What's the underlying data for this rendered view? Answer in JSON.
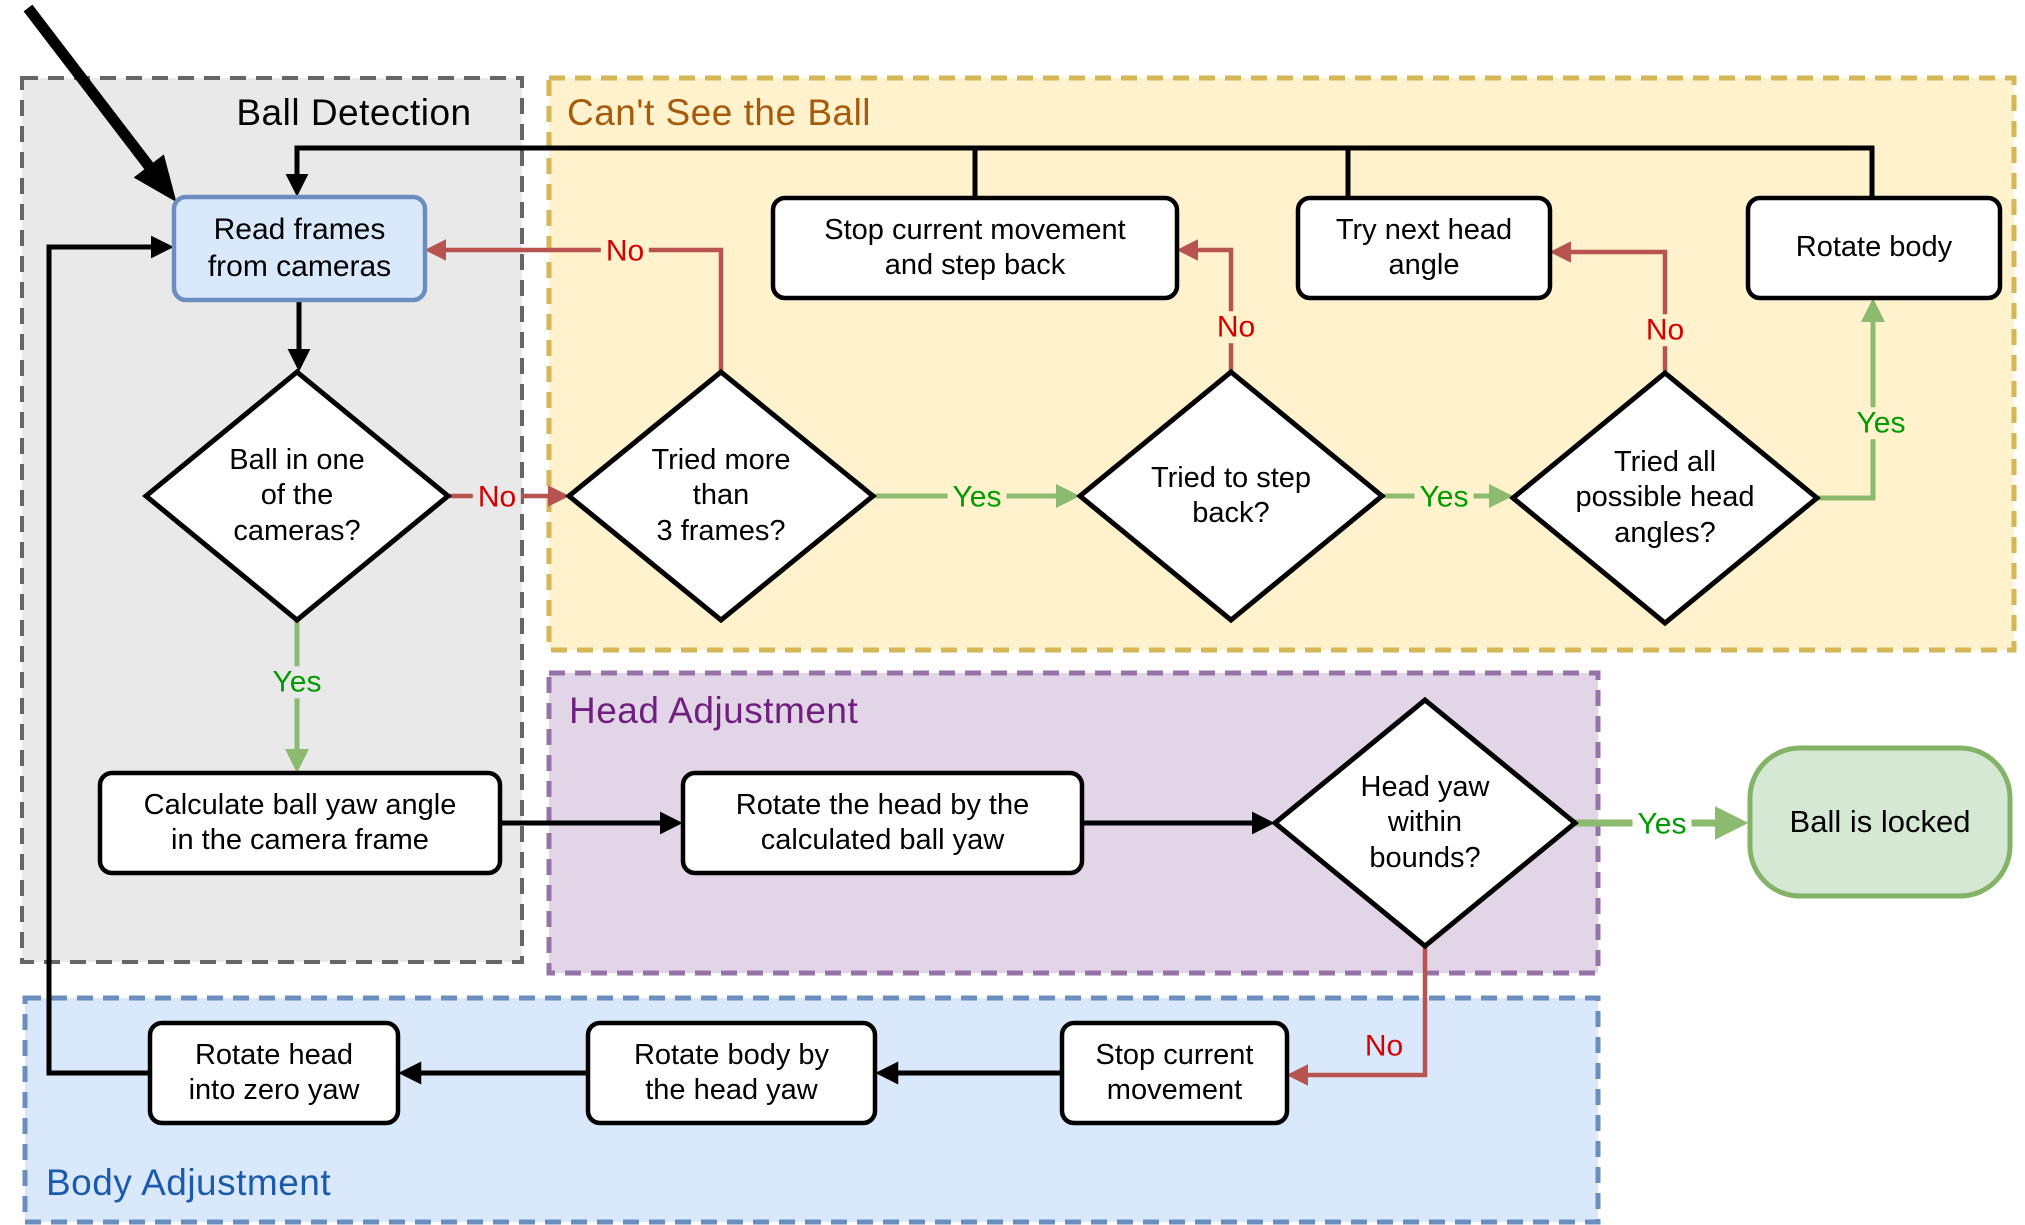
{
  "regions": {
    "ball_detection": {
      "title": "Ball Detection"
    },
    "cant_see_the_ball": {
      "title": "Can't See the Ball"
    },
    "head_adjustment": {
      "title": "Head Adjustment"
    },
    "body_adjustment": {
      "title": "Body Adjustment"
    }
  },
  "nodes": {
    "read_frames": {
      "label": "Read frames\nfrom cameras"
    },
    "stop_movement_step_back": {
      "label": "Stop current movement\nand step back"
    },
    "try_next_head_angle": {
      "label": "Try next head\nangle"
    },
    "rotate_body": {
      "label": "Rotate body"
    },
    "calculate_ball_yaw": {
      "label": "Calculate ball yaw angle\nin the camera frame"
    },
    "rotate_head_by_yaw": {
      "label": "Rotate the head by the\ncalculated ball yaw"
    },
    "ball_is_locked": {
      "label": "Ball is locked"
    },
    "stop_current_movement": {
      "label": "Stop current\nmovement"
    },
    "rotate_body_by_head_yaw": {
      "label": "Rotate body by\nthe head yaw"
    },
    "rotate_head_zero_yaw": {
      "label": "Rotate head\ninto zero yaw"
    }
  },
  "decisions": {
    "ball_in_camera": {
      "label": "Ball in one\nof the\ncameras?"
    },
    "tried_3_frames": {
      "label": "Tried more\nthan\n3 frames?"
    },
    "tried_step_back": {
      "label": "Tried to step\nback?"
    },
    "tried_all_angles": {
      "label": "Tried all\npossible head\nangles?"
    },
    "head_yaw_bounds": {
      "label": "Head yaw\nwithin\nbounds?"
    }
  },
  "edge_labels": {
    "yes": "Yes",
    "no": "No"
  },
  "colors": {
    "region_gray_fill": "#e9e9e9",
    "region_gray_border": "#666666",
    "region_yellow_fill": "#fff2cc",
    "region_yellow_border": "#d6b656",
    "region_purple_fill": "#e1d5e7",
    "region_purple_border": "#9673a6",
    "region_blue_fill": "#dae8fc",
    "region_blue_border": "#6c8ebf",
    "title_gray": "#000000",
    "title_yellow": "#a85a0c",
    "title_purple": "#701f7e",
    "title_blue": "#1b5bab",
    "node_fill": "#ffffff",
    "node_border": "#000000",
    "start_node_fill": "#dae8fc",
    "start_node_border": "#6c8ebf",
    "end_node_fill": "#d5e8d4",
    "end_node_border": "#82b366",
    "edge_black": "#000000",
    "edge_red": "#b85450",
    "edge_green": "#8cba6e",
    "label_yes": "#009b00",
    "label_no": "#d40000"
  }
}
